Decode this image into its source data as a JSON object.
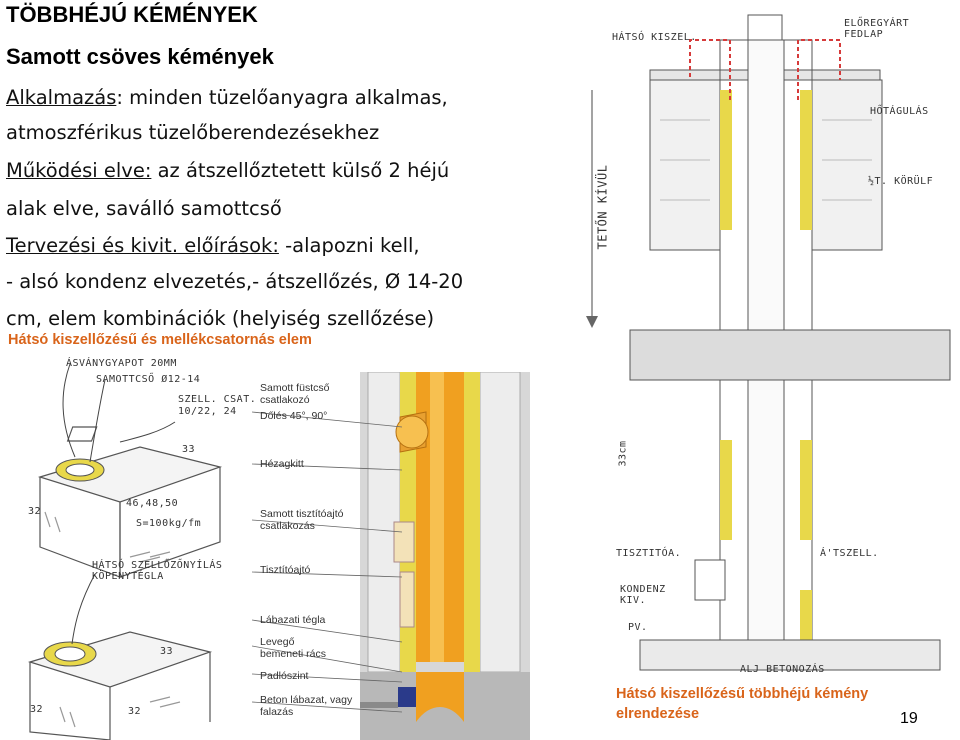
{
  "header": {
    "title": "TÖBBHÉJÚ KÉMÉNYEK",
    "subtitle": "Samott csöves kémények"
  },
  "text": {
    "line1_label": "Alkalmazás",
    "line1_rest": ": minden tüzelőanyagra alkalmas,",
    "line2": "atmoszférikus tüzelőberendezésekhez",
    "line3_label": "Működési elve:",
    "line3_rest": " az átszellőztetett külső 2 héjú",
    "line4": "alak elve, saválló samottcső",
    "line5_label": "Tervezési és kivit. előírások:",
    "line5_rest": " -alapozni kell,",
    "line6": "- alsó kondenz elvezetés,- átszellőzés, Ø 14-20",
    "line7": "cm, elem kombinációk (helyiség szellőzése)"
  },
  "captions": {
    "left": "Hátsó kiszellőzésű és mellékcsatornás elem",
    "right_line1": "Hátsó kiszellőzésű többhéjú kémény",
    "right_line2": "elrendezése"
  },
  "page_number": "19",
  "sketch_labels": {
    "asvany": "ÁSVÁNYGYAPOT 20MM",
    "samottcso": "SAMOTTCSŐ Ø12-14",
    "szell": "SZELL. CSAT.",
    "szell_dim": "10/22, 24",
    "dim33_top": "33",
    "dim32_top": "32",
    "dim46": "46,48,50",
    "weight": "S=100kg/fm",
    "kopeny": "HÁTSÓ SZELLŐZŐNYÍLÁS KÖPENYTÉGLA",
    "dim33_bottom": "33",
    "dim32_bl": "32",
    "dim32_br": "32"
  },
  "diagram_labels": [
    "Samott füstcső csatlakozó",
    "Dőlés 45°, 90°",
    "Hézagkitt",
    "Samott tisztítóajtó csatlakozás",
    "Tisztítóajtó",
    "Lábazati tégla",
    "Levegő bemeneti rács",
    "Padlószint",
    "Beton lábazat, vagy falazás"
  ],
  "section_labels": {
    "hatso_kiszel": "HÁTSÓ KISZEL.",
    "elore_gyart": "ELŐREGYÁRT FEDLAP",
    "hotaguls": "HŐTÁGULÁS",
    "korulf": "½T. KÖRÜLF",
    "teto_kivul": "TETŐN KÍVÜL",
    "dim33cm": "33cm",
    "tisztitoa": "TISZTITÓA.",
    "atszell": "Á'TSZELL.",
    "konden": "KONDENZ KIV.",
    "pv": "PV.",
    "ali_beton": "ALJ BETONOZÁS"
  },
  "colors": {
    "caption_orange": "#d9641a",
    "flue_orange": "#f0a020",
    "insulation_yellow": "#e8d84a",
    "arrow_red": "#d63a3a"
  }
}
